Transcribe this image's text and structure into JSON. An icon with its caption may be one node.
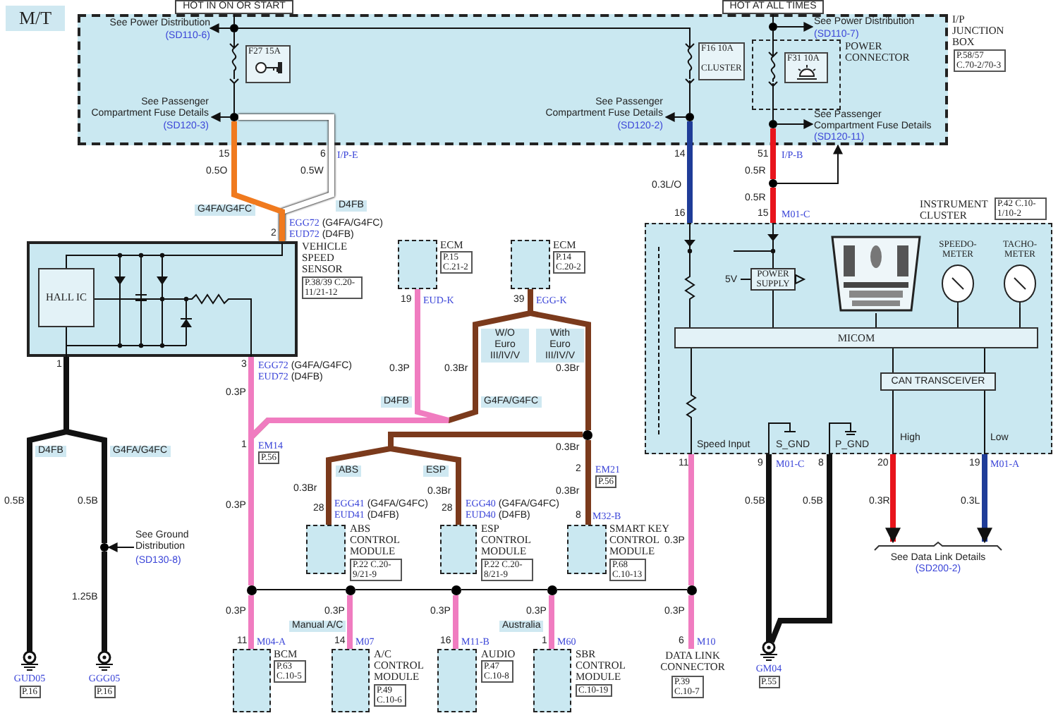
{
  "diagram": {
    "nodes": [
      {
        "text": [
          "M/T"
        ]
      },
      {
        "text": [
          "HOT IN ON OR START"
        ]
      },
      {
        "text": [
          "HOT AT ALL TIMES"
        ]
      },
      {
        "text": [
          "I/P JUNCTION BOX",
          "P.58/57 C.70-2/70-3"
        ]
      },
      {
        "text": [
          "See Power Distribution",
          "(SD110-6)"
        ],
        "in": 3
      },
      {
        "text": [
          "F27 15A"
        ],
        "in": 3
      },
      {
        "text": [
          "See Passenger Compartment Fuse Details",
          "(SD120-3)"
        ],
        "in": 3
      },
      {
        "text": [
          "See Passenger Compartment Fuse Details",
          "(SD120-2)"
        ],
        "in": 3
      },
      {
        "text": [
          "F16 10A",
          "CLUSTER"
        ],
        "in": 3
      },
      {
        "text": [
          "See Power Distribution",
          "(SD110-7)"
        ],
        "in": 3
      },
      {
        "text": [
          "POWER CONNECTOR"
        ],
        "in": 3
      },
      {
        "text": [
          "F31 10A"
        ],
        "in": 10
      },
      {
        "text": [
          "See Passenger Compartment Fuse Details",
          "(SD120-11)"
        ],
        "in": 3
      },
      {
        "text": [
          "ECM",
          "P.15 C.21-2"
        ]
      },
      {
        "text": [
          "ECM",
          "P.14 C.20-2"
        ]
      },
      {
        "text": [
          "VEHICLE SPEED SENSOR",
          "P.38/39 C.20-11/21-12"
        ]
      },
      {
        "text": [
          "HALL IC"
        ],
        "in": 15
      },
      {
        "text": [
          "INSTRUMENT CLUSTER",
          "P.42 C.10-1/10-2"
        ]
      },
      {
        "text": [
          "POWER SUPPLY"
        ],
        "in": 17
      },
      {
        "text": [],
        "shape": "picture",
        "in": 17
      },
      {
        "text": [
          "SPEEDO-METER"
        ],
        "in": 17
      },
      {
        "text": [
          "TACHO-METER"
        ],
        "in": 17
      },
      {
        "text": [
          "MICOM"
        ],
        "in": 17
      },
      {
        "text": [
          "CAN TRANSCEIVER"
        ],
        "in": 17
      },
      {
        "text": [],
        "shape": "circle"
      },
      {
        "text": [
          "ABS CONTROL MODULE",
          "P.22 C.20-9/21-9"
        ]
      },
      {
        "text": [
          "ESP CONTROL MODULE",
          "P.22 C.20-8/21-9"
        ]
      },
      {
        "text": [
          "SMART KEY CONTROL MODULE",
          "P.68 C.10-13"
        ]
      },
      {
        "text": [
          "See Ground Distribution",
          "(SD130-8)"
        ]
      },
      {
        "text": [
          "See Data Link Details",
          "(SD200-2)"
        ]
      },
      {
        "text": [],
        "shape": "circle"
      },
      {
        "text": [],
        "shape": "circle"
      },
      {
        "text": [],
        "shape": "circle"
      },
      {
        "text": [],
        "shape": "circle"
      },
      {
        "text": [],
        "shape": "circle"
      },
      {
        "text": [
          "BCM",
          "P.63 C.10-5"
        ]
      },
      {
        "text": [
          "A/C CONTROL MODULE",
          "P.49 C.10-6"
        ]
      },
      {
        "text": [
          "AUDIO",
          "P.47 C.10-8"
        ]
      },
      {
        "text": [
          "SBR CONTROL MODULE",
          "C.10-19"
        ]
      },
      {
        "text": [
          "DATA LINK CONNECTOR",
          "P.39 C.10-7"
        ]
      },
      {
        "text": [],
        "shape": "circle",
        "beside": [
          "GUD05",
          "P.16"
        ]
      },
      {
        "text": [],
        "shape": "circle",
        "beside": [
          "GGG05",
          "P.16"
        ]
      },
      {
        "text": [],
        "shape": "circle",
        "beside": [
          "GM04",
          "P.55"
        ]
      },
      {
        "text": [],
        "shape": "circle",
        "in": 3
      },
      {
        "text": [],
        "shape": "circle",
        "in": 3
      },
      {
        "text": [],
        "shape": "circle",
        "in": 3
      },
      {
        "text": [],
        "shape": "circle",
        "in": 3
      },
      {
        "text": [],
        "shape": "circle",
        "in": 3
      },
      {
        "text": [],
        "shape": "circle"
      },
      {
        "text": [],
        "shape": "circle"
      }
    ],
    "edges": [
      {
        "from": 1,
        "to": 43,
        "arrow": "none"
      },
      {
        "from": 43,
        "to": 5,
        "arrow": "none"
      },
      {
        "from": 43,
        "to": 8,
        "arrow": "none"
      },
      {
        "from": 43,
        "to": 4,
        "arrow": "to"
      },
      {
        "from": 5,
        "to": 44,
        "arrow": "none"
      },
      {
        "from": 44,
        "to": 6,
        "arrow": "to"
      },
      {
        "from": 44,
        "to": 15,
        "arrow": "none",
        "style": "thick",
        "color": "#f07a1e"
      },
      {
        "from": 44,
        "to": 15,
        "arrow": "none",
        "style": "thick",
        "color": "#ffffff"
      },
      {
        "from": 8,
        "to": 45,
        "arrow": "none"
      },
      {
        "from": 45,
        "to": 7,
        "arrow": "to"
      },
      {
        "from": 45,
        "to": 17,
        "arrow": "none",
        "style": "thick",
        "color": "#1f3c98"
      },
      {
        "from": 2,
        "to": 46,
        "arrow": "none"
      },
      {
        "from": 46,
        "to": 11,
        "arrow": "none"
      },
      {
        "from": 46,
        "to": 9,
        "arrow": "to"
      },
      {
        "from": 11,
        "to": 47,
        "arrow": "none"
      },
      {
        "from": 47,
        "to": 12,
        "arrow": "to"
      },
      {
        "from": 47,
        "to": 48,
        "arrow": "none",
        "style": "thick",
        "color": "#e8141c"
      },
      {
        "from": 48,
        "to": 17,
        "arrow": "none",
        "style": "thick",
        "color": "#e8141c"
      },
      {
        "from": 48,
        "to": 3,
        "arrow": "to"
      },
      {
        "from": 15,
        "to": 40,
        "arrow": "none",
        "style": "thick"
      },
      {
        "from": 15,
        "to": 49,
        "arrow": "none",
        "style": "thick"
      },
      {
        "from": 49,
        "to": 41,
        "arrow": "none",
        "style": "thick"
      },
      {
        "from": 28,
        "to": 49,
        "arrow": "to"
      },
      {
        "from": 15,
        "to": 30,
        "arrow": "none",
        "style": "thick",
        "color": "#f07cc0"
      },
      {
        "from": 13,
        "to": 30,
        "arrow": "none",
        "style": "thick",
        "color": "#f07cc0"
      },
      {
        "from": 14,
        "to": 30,
        "arrow": "none",
        "style": "thick",
        "color": "#7b3a1c"
      },
      {
        "from": 14,
        "to": 24,
        "arrow": "none",
        "style": "thick",
        "color": "#7b3a1c"
      },
      {
        "from": 24,
        "to": 25,
        "arrow": "none",
        "style": "thick",
        "color": "#7b3a1c"
      },
      {
        "from": 24,
        "to": 26,
        "arrow": "none",
        "style": "thick",
        "color": "#7b3a1c"
      },
      {
        "from": 24,
        "to": 27,
        "arrow": "none",
        "style": "thick",
        "color": "#7b3a1c"
      },
      {
        "from": 30,
        "to": 35,
        "arrow": "none",
        "style": "thick",
        "color": "#f07cc0"
      },
      {
        "from": 30,
        "to": 31,
        "arrow": "none"
      },
      {
        "from": 31,
        "to": 36,
        "arrow": "none",
        "style": "thick",
        "color": "#f07cc0"
      },
      {
        "from": 31,
        "to": 32,
        "arrow": "none"
      },
      {
        "from": 32,
        "to": 37,
        "arrow": "none",
        "style": "thick",
        "color": "#f07cc0"
      },
      {
        "from": 32,
        "to": 33,
        "arrow": "none"
      },
      {
        "from": 33,
        "to": 38,
        "arrow": "none",
        "style": "thick",
        "color": "#f07cc0"
      },
      {
        "from": 33,
        "to": 34,
        "arrow": "none"
      },
      {
        "from": 34,
        "to": 39,
        "arrow": "none",
        "style": "thick",
        "color": "#f07cc0"
      },
      {
        "from": 34,
        "to": 17,
        "arrow": "none",
        "style": "thick",
        "color": "#f07cc0"
      },
      {
        "from": 17,
        "to": 42,
        "arrow": "none",
        "style": "thick"
      },
      {
        "from": 17,
        "to": 42,
        "arrow": "none",
        "style": "thick"
      },
      {
        "from": 17,
        "to": 29,
        "arrow": "to",
        "style": "thick",
        "color": "#e8141c"
      },
      {
        "from": 17,
        "to": 29,
        "arrow": "to",
        "style": "thick",
        "color": "#1f3c98"
      },
      {
        "from": 18,
        "to": 22,
        "arrow": "none"
      },
      {
        "from": 19,
        "to": 22,
        "arrow": "none"
      },
      {
        "from": 20,
        "to": 22,
        "arrow": "none"
      },
      {
        "from": 21,
        "to": 22,
        "arrow": "none"
      },
      {
        "from": 22,
        "to": 23,
        "arrow": "none"
      },
      {
        "from": 22,
        "to": 23,
        "arrow": "none"
      },
      {
        "from": 15,
        "to": 16,
        "arrow": "none"
      },
      {
        "from": 16,
        "to": 15,
        "arrow": "none"
      },
      {
        "from": 16,
        "to": 15,
        "arrow": "none"
      },
      {
        "from": 17,
        "to": 18,
        "arrow": "none"
      },
      {
        "from": 17,
        "to": 22,
        "arrow": "none"
      },
      {
        "from": 17,
        "to": 22,
        "arrow": "none"
      },
      {
        "from": 23,
        "to": 17,
        "arrow": "none"
      },
      {
        "from": 23,
        "to": 17,
        "arrow": "none"
      }
    ],
    "labels": [
      "15",
      "6",
      "I/P-E",
      "14",
      "51",
      "I/P-B",
      "0.5O",
      "0.5W",
      "0.5R",
      "0.3L/O",
      "0.5R",
      "G4FA/G4FC",
      "D4FB",
      "16",
      "15",
      "M01-C",
      "2",
      "EGG72 (G4FA/G4FC)",
      "EUD72 (D4FB)",
      "5V",
      "19",
      "EUD-K",
      "39",
      "EGG-K",
      "W/O Euro III/IV/V",
      "With Euro III/IV/V",
      "1",
      "3",
      "EGG72 (G4FA/G4FC)",
      "EUD72 (D4FB)",
      "0.3P",
      "0.3Br",
      "0.3Br",
      "0.3P",
      "D4FB",
      "G4FA/G4FC",
      "1",
      "EM14",
      "P.56",
      "D4FB",
      "G4FA/G4FC",
      "0.3Br",
      "2",
      "EM21",
      "P.56",
      "ABS",
      "ESP",
      "0.3Br",
      "0.3Br",
      "0.3Br",
      "28",
      "EGG41 (G4FA/G4FC)",
      "EUD41 (D4FB)",
      "28",
      "EGG40 (G4FA/G4FC)",
      "EUD40 (D4FB)",
      "8",
      "M32-B",
      "Speed Input",
      "S_GND",
      "P_GND",
      "High",
      "Low",
      "11",
      "9",
      "M01-C",
      "8",
      "20",
      "19",
      "M01-A",
      "0.5B",
      "0.5B",
      "0.5B",
      "0.5B",
      "0.3R",
      "0.3L",
      "0.3P",
      "0.3P",
      "1.25B",
      "0.3P",
      "0.3P",
      "0.3P",
      "0.3P",
      "0.3P",
      "Manual A/C",
      "Australia",
      "11",
      "M04-A",
      "14",
      "M07",
      "16",
      "M11-B",
      "1",
      "M60",
      "6",
      "M10"
    ]
  }
}
